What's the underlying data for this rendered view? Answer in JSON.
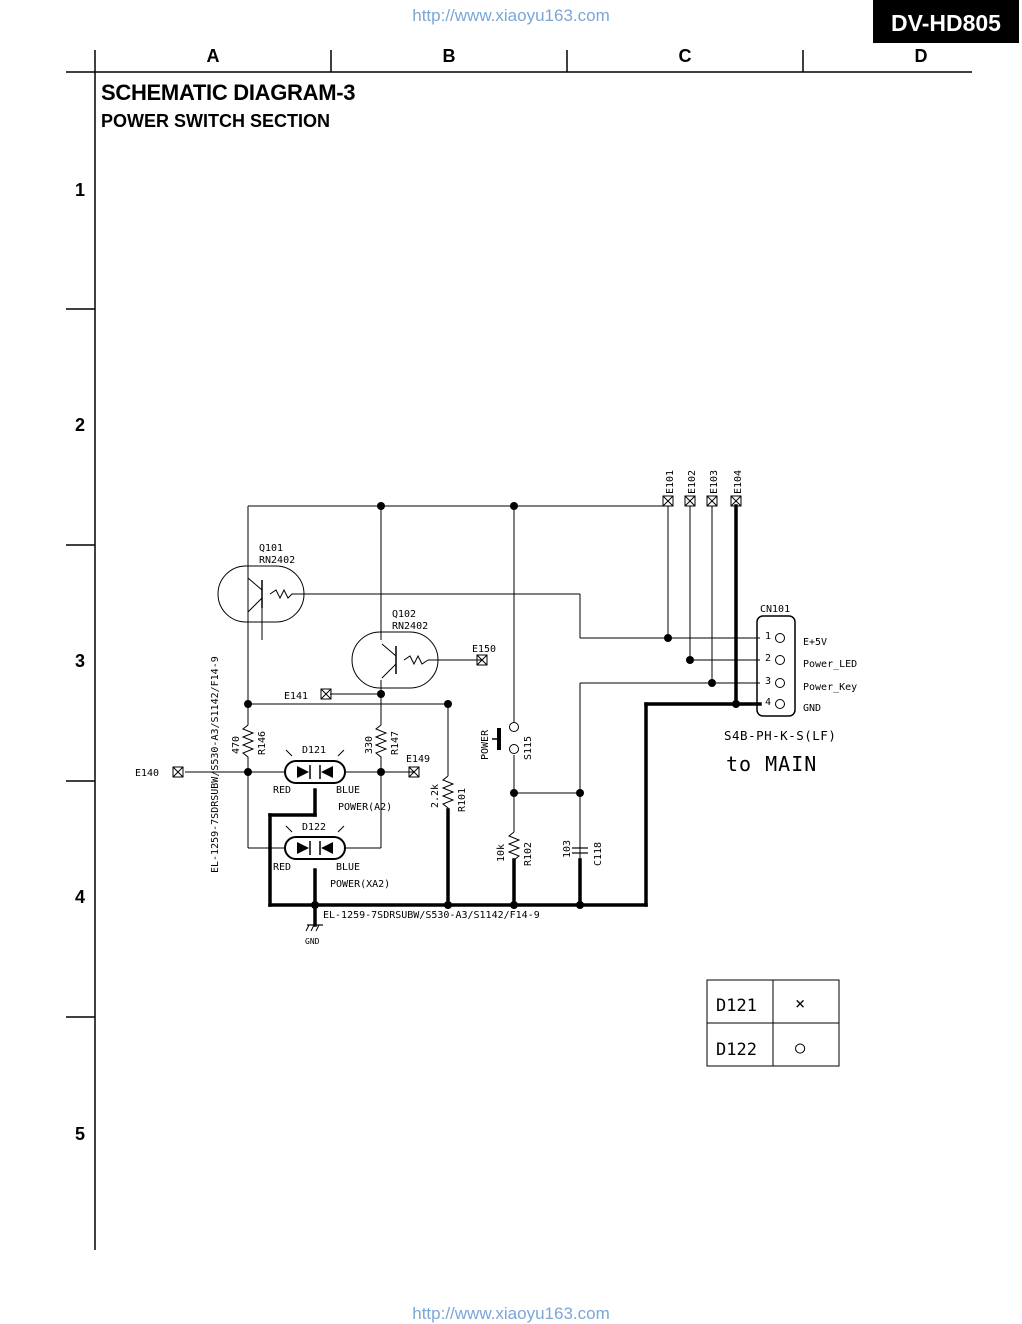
{
  "header": {
    "url_top": "http://www.xiaoyu163.com",
    "url_bottom": "http://www.xiaoyu163.com",
    "model": "DV-HD805",
    "columns": [
      "A",
      "B",
      "C",
      "D"
    ],
    "rows": [
      "1",
      "2",
      "3",
      "4",
      "5"
    ]
  },
  "title": "SCHEMATIC DIAGRAM-3",
  "subtitle": "POWER SWITCH SECTION",
  "components": {
    "q101": {
      "ref": "Q101",
      "part": "RN2402"
    },
    "q102": {
      "ref": "Q102",
      "part": "RN2402"
    },
    "r146": {
      "ref": "R146",
      "value": "470"
    },
    "r147": {
      "ref": "R147",
      "value": "330"
    },
    "r101": {
      "ref": "R101",
      "value": "2.2k"
    },
    "r102": {
      "ref": "R102",
      "value": "10k"
    },
    "c118": {
      "ref": "C118",
      "value": "103"
    },
    "s115": {
      "ref": "S115",
      "name": "POWER"
    },
    "d121": {
      "ref": "D121",
      "left": "RED",
      "right": "BLUE",
      "note": "POWER(A2)"
    },
    "d122": {
      "ref": "D122",
      "left": "RED",
      "right": "BLUE",
      "note": "POWER(XA2)"
    },
    "cn101": {
      "ref": "CN101",
      "part": "S4B-PH-K-S(LF)",
      "dest": "to MAIN",
      "pins": [
        {
          "num": "1",
          "label": "E+5V"
        },
        {
          "num": "2",
          "label": "Power_LED"
        },
        {
          "num": "3",
          "label": "Power_Key"
        },
        {
          "num": "4",
          "label": "GND"
        }
      ]
    }
  },
  "test_points": [
    "E101",
    "E102",
    "E103",
    "E104",
    "E140",
    "E141",
    "E149",
    "E150"
  ],
  "board_label_vertical": "EL-1259-7SDRSUBW/S530-A3/S1142/F14-9",
  "board_label_bottom": "EL-1259-7SDRSUBW/S530-A3/S1142/F14-9",
  "gnd_label": "GND",
  "option_table": [
    {
      "ref": "D121",
      "mark": "×"
    },
    {
      "ref": "D122",
      "mark": "○"
    }
  ]
}
